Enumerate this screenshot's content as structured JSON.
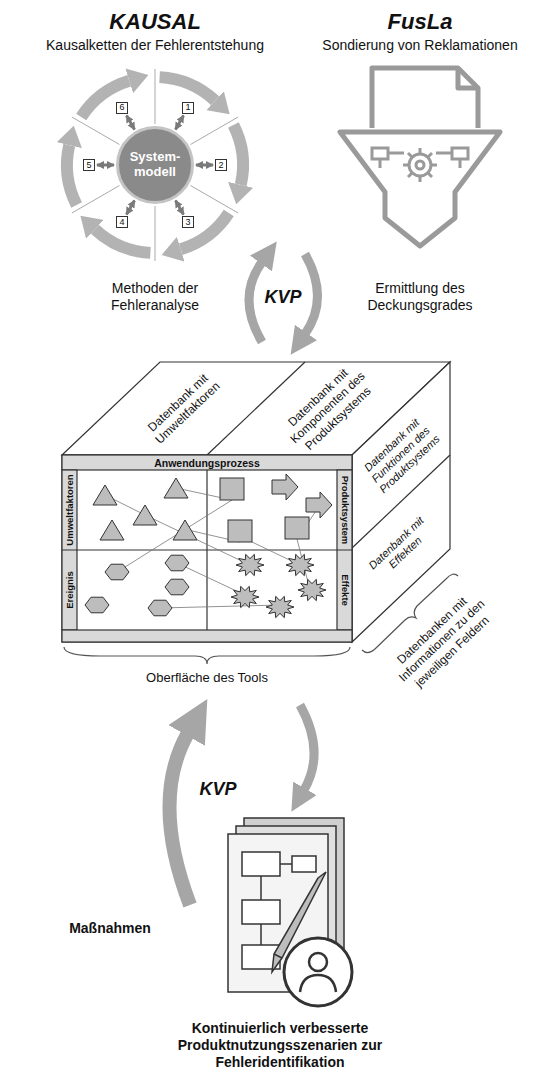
{
  "diagram": {
    "nodes": [
      {
        "text": [
          "System- modell"
        ]
      },
      {
        "text": [
          "1"
        ]
      },
      {
        "text": [
          "2"
        ]
      },
      {
        "text": [
          "3"
        ]
      },
      {
        "text": [
          "4"
        ]
      },
      {
        "text": [
          "5"
        ]
      },
      {
        "text": [
          "6"
        ]
      }
    ],
    "edges": [
      {
        "from": 0,
        "to": 1,
        "arrow": "both"
      },
      {
        "from": 0,
        "to": 2,
        "arrow": "both"
      },
      {
        "from": 0,
        "to": 3,
        "arrow": "both"
      },
      {
        "from": 0,
        "to": 4,
        "arrow": "both"
      },
      {
        "from": 0,
        "to": 5,
        "arrow": "both"
      },
      {
        "from": 0,
        "to": 6,
        "arrow": "both"
      }
    ],
    "labels": [
      "KAUSAL",
      "Kausalketten der Fehlerentstehung",
      "Methoden der Fehleranalyse",
      "FusLa",
      "Sondierung von Reklamationen",
      "Ermittlung des Deckungsgrades",
      "KVP",
      "Datenbank mit Umweltfaktoren",
      "Datenbank mit Komponenten des Produktsystems",
      "Datenbank mit Funktionen des Produktsystems",
      "Datenbank mit Effekten",
      "Anwendungsprozess",
      "Umweltfaktoren",
      "Ereignis",
      "Produktsystem",
      "Effekte",
      "Oberfläche des Tools",
      "Datenbanken mit Informationen zu den jeweiligen Feldern",
      "KVP",
      "Maßnahmen",
      "Kontinuierlich verbesserte Produktnutzungsszenarien zur Fehleridentifikation"
    ]
  }
}
